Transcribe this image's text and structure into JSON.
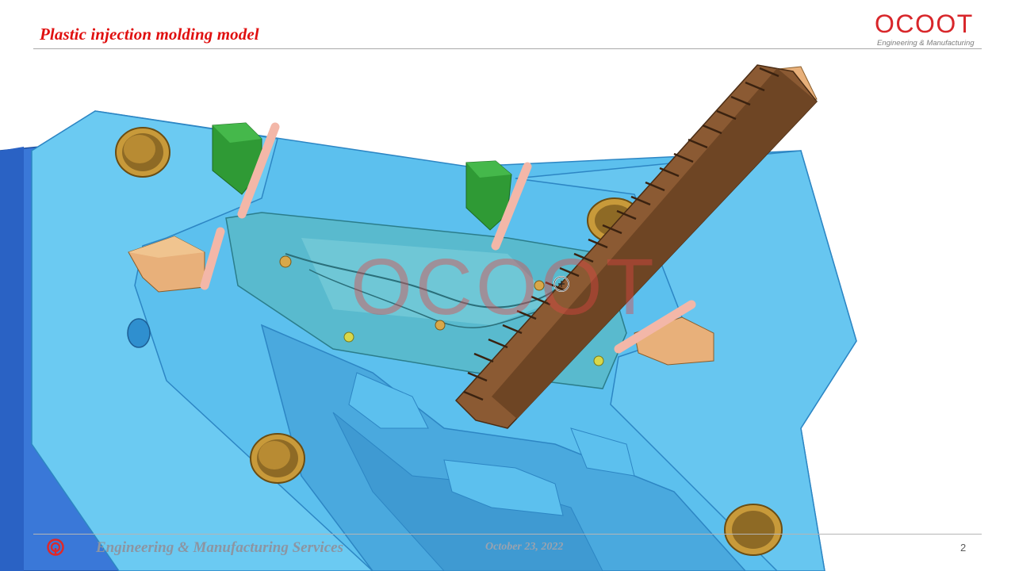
{
  "slide": {
    "title": "Plastic injection molding model",
    "page_number": "2"
  },
  "brand": {
    "name": "OCOOT",
    "tagline": "Engineering & Manufacturing",
    "color": "#d8262a"
  },
  "footer": {
    "text": "Engineering & Manufacturing Services",
    "date": "October 23, 2022",
    "logo_icon": "ocoot-logo-icon"
  },
  "watermark": {
    "text": "OCOOT"
  },
  "model": {
    "description_icon": "injection-mold-3d-model",
    "colors": {
      "mold_plate": "#5cc0ee",
      "mold_base": "#3a78d8",
      "ejector_pin": "#f3b7a8",
      "guide_block": "#e8b07a",
      "green_block": "#2f9a35",
      "bushing": "#c89a3a",
      "gear_rack": "#8b5a33",
      "cavity_insert": "#58b9c8"
    }
  }
}
